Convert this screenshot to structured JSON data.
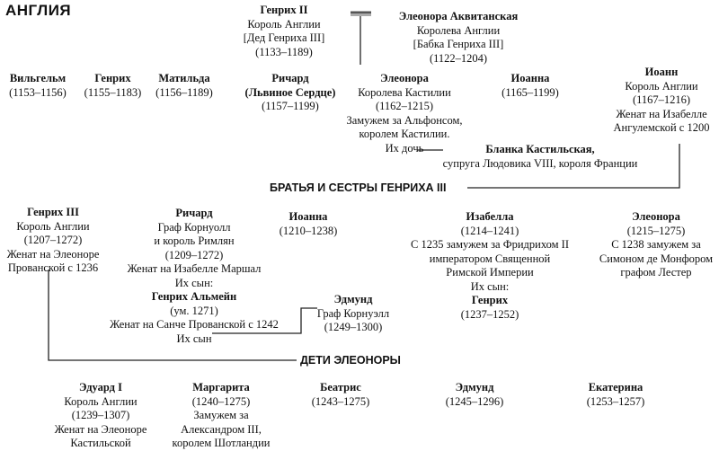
{
  "title": "АНГЛИЯ",
  "henry2": [
    "Генрих II",
    "Король Англии",
    "[Дед Генриха III]",
    "(1133–1189)"
  ],
  "eleanor_aq": [
    "Элеонора Аквитанская",
    "Королева Англии",
    "[Бабка Генриха III]",
    "(1122–1204)"
  ],
  "william": [
    "Вильгельм",
    "(1153–1156)"
  ],
  "henry_young": [
    "Генрих",
    "(1155–1183)"
  ],
  "matilda": [
    "Матильда",
    "(1156–1189)"
  ],
  "richard1": [
    "Ричард",
    "(Львиное Сердце)",
    "(1157–1199)"
  ],
  "eleanor_c": [
    "Элеонора",
    "Королева Кастилии",
    "(1162–1215)",
    "Замужем за Альфонсом,",
    "королем Кастилии.",
    "Их дочь"
  ],
  "joan1": [
    "Иоанна",
    "(1165–1199)"
  ],
  "john": [
    "Иоанн",
    "Король Англии",
    "(1167–1216)",
    "Женат на Изабелле",
    "Ангулемской с 1200"
  ],
  "blanche": [
    "Бланка Кастильская,",
    "супруга Людовика VIII, короля Франции"
  ],
  "siblings_header": "БРАТЬЯ И СЕСТРЫ ГЕНРИХА III",
  "henry3": [
    "Генрих III",
    "Король Англии",
    "(1207–1272)",
    "Женат на Элеоноре",
    "Прованской с 1236"
  ],
  "richard_c": [
    "Ричард",
    "Граф Корнуолл",
    "и король Римлян",
    "(1209–1272)",
    "Женат на Изабелле Маршал",
    "Их сын:",
    "Генрих Альмейн",
    "(ум. 1271)",
    "Женат на Санче Прованской с 1242",
    "Их сын"
  ],
  "joan2": [
    "Иоанна",
    "(1210–1238)"
  ],
  "isabella": [
    "Изабелла",
    "(1214–1241)",
    "С 1235 замужем за Фридрихом II",
    "императором Священной",
    "Римской Империи",
    "Их сын:",
    "Генрих",
    "(1237–1252)"
  ],
  "eleanor2": [
    "Элеонора",
    "(1215–1275)",
    "С 1238 замужем за",
    "Симоном де Монфором",
    "графом Лестер"
  ],
  "edmund_c": [
    "Эдмунд",
    "Граф Корнуэлл",
    "(1249–1300)"
  ],
  "children_header": "ДЕТИ ЭЛЕОНОРЫ",
  "edward1": [
    "Эдуард I",
    "Король Англии",
    "(1239–1307)",
    "Женат на Элеоноре",
    "Кастильской"
  ],
  "margaret": [
    "Маргарита",
    "(1240–1275)",
    "Замужем за",
    "Александром III,",
    "королем Шотландии"
  ],
  "beatrice": [
    "Беатрис",
    "(1243–1275)"
  ],
  "edmund2": [
    "Эдмунд",
    "(1245–1296)"
  ],
  "katherine": [
    "Екатерина",
    "(1253–1257)"
  ]
}
